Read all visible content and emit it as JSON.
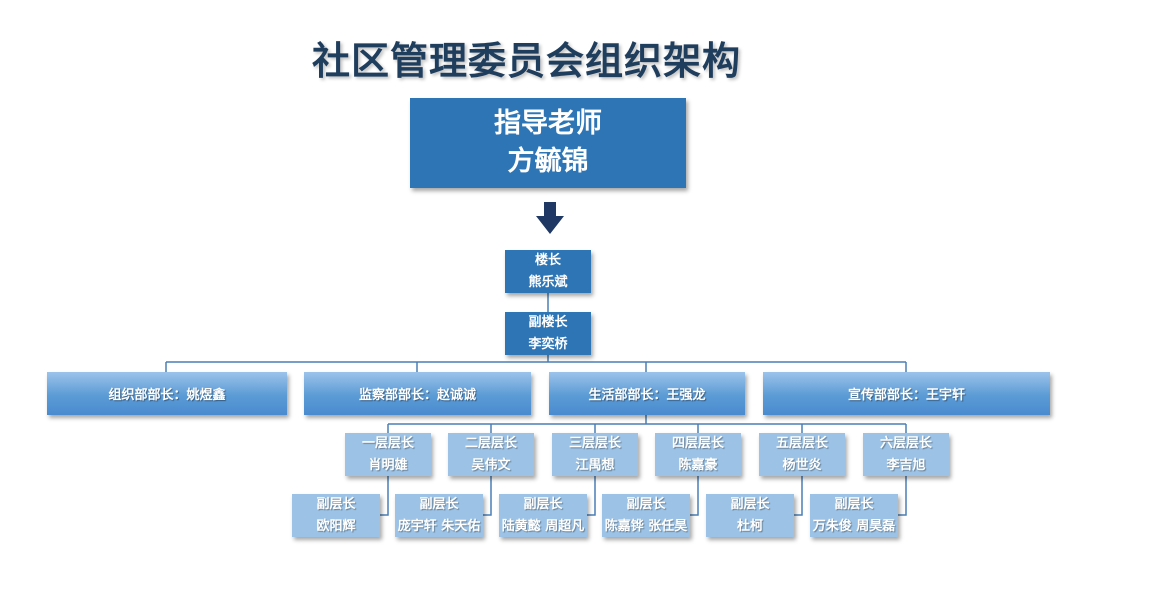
{
  "title": "社区管理委员会组织架构",
  "advisor": {
    "role": "指导老师",
    "name": "方毓锦"
  },
  "building_head": {
    "role": "楼长",
    "name": "熊乐斌"
  },
  "deputy_head": {
    "role": "副楼长",
    "name": "李奕桥"
  },
  "departments": [
    {
      "label": "组织部部长：姚煜鑫"
    },
    {
      "label": "监察部部长：赵诚诚"
    },
    {
      "label": "生活部部长：王强龙"
    },
    {
      "label": "宣传部部长：王宇轩"
    }
  ],
  "floors": [
    {
      "role": "一层层长",
      "name": "肖明雄",
      "deputy_role": "副层长",
      "deputy_names": "欧阳辉"
    },
    {
      "role": "二层层长",
      "name": "吴伟文",
      "deputy_role": "副层长",
      "deputy_names": "庞宇轩 朱天佑"
    },
    {
      "role": "三层层长",
      "name": "江禺想",
      "deputy_role": "副层长",
      "deputy_names": "陆黄懿 周超凡"
    },
    {
      "role": "四层层长",
      "name": "陈嘉豪",
      "deputy_role": "副层长",
      "deputy_names": "陈嘉铧 张任昊"
    },
    {
      "role": "五层层长",
      "name": "杨世炎",
      "deputy_role": "副层长",
      "deputy_names": "杜柯"
    },
    {
      "role": "六层层长",
      "name": "李吉旭",
      "deputy_role": "副层长",
      "deputy_names": "万朱俊 周昊磊"
    }
  ],
  "colors": {
    "title": "#1f3d5c",
    "primary": "#2e75b6",
    "light": "#9cc3e6",
    "line": "#4a7fb5",
    "arrow": "#1f3864"
  }
}
